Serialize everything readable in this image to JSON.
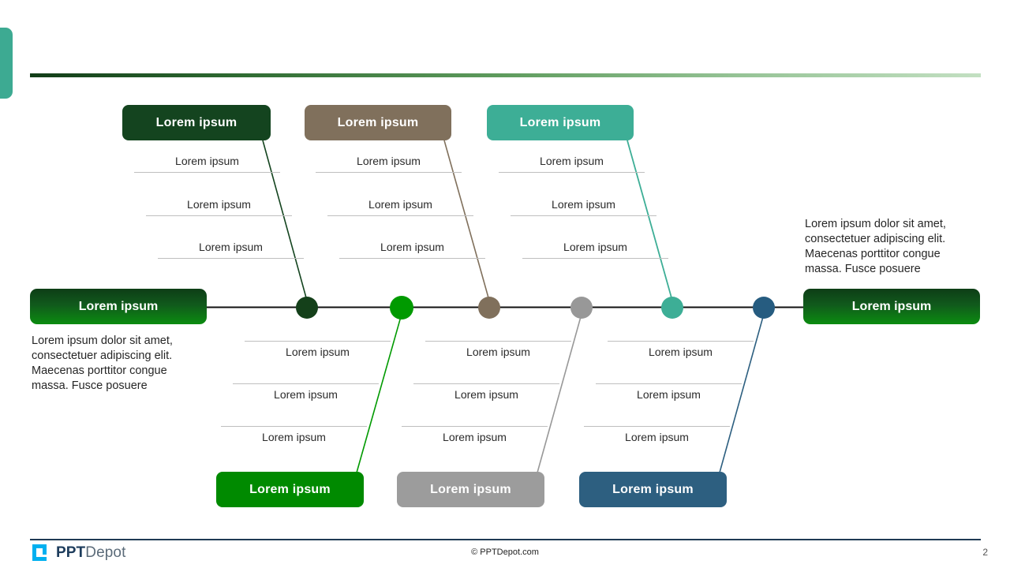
{
  "slide": {
    "page_number": "2",
    "copyright": "© PPTDepot.com",
    "logo": {
      "bold_part": "PPT",
      "light_part": "Depot",
      "icon": "pptdepot-logo-icon"
    },
    "accent_color": "#3daa92",
    "rule_gradient_from": "#123d18",
    "rule_gradient_to": "#c3e0c2"
  },
  "heads": {
    "left": {
      "label": "Lorem ipsum",
      "description": "Lorem ipsum dolor sit amet, consectetuer adipiscing elit. Maecenas porttitor congue massa. Fusce posuere"
    },
    "right": {
      "label": "Lorem ipsum",
      "description": "Lorem ipsum dolor sit amet, consectetuer adipiscing elit. Maecenas porttitor congue massa. Fusce posuere"
    }
  },
  "branches": [
    {
      "id": "branch-top-1",
      "side": "top",
      "label": "Lorem ipsum",
      "color": "#14441f",
      "node_color": "#14401a",
      "items": [
        "Lorem ipsum",
        "Lorem ipsum",
        "Lorem ipsum"
      ]
    },
    {
      "id": "branch-bottom-1",
      "side": "bottom",
      "label": "Lorem ipsum",
      "color": "#008a00",
      "node_color": "#009a00",
      "items": [
        "Lorem ipsum",
        "Lorem ipsum",
        "Lorem ipsum"
      ]
    },
    {
      "id": "branch-top-2",
      "side": "top",
      "label": "Lorem ipsum",
      "color": "#80705c",
      "node_color": "#80705c",
      "items": [
        "Lorem ipsum",
        "Lorem ipsum",
        "Lorem ipsum"
      ]
    },
    {
      "id": "branch-bottom-2",
      "side": "bottom",
      "label": "Lorem ipsum",
      "color": "#9c9c9c",
      "node_color": "#989898",
      "items": [
        "Lorem ipsum",
        "Lorem ipsum",
        "Lorem ipsum"
      ]
    },
    {
      "id": "branch-top-3",
      "side": "top",
      "label": "Lorem ipsum",
      "color": "#3dae96",
      "node_color": "#3dae96",
      "items": [
        "Lorem ipsum",
        "Lorem ipsum",
        "Lorem ipsum"
      ]
    },
    {
      "id": "branch-bottom-3",
      "side": "bottom",
      "label": "Lorem ipsum",
      "color": "#2d5f80",
      "node_color": "#265c80",
      "items": [
        "Lorem ipsum",
        "Lorem ipsum",
        "Lorem ipsum"
      ]
    }
  ]
}
